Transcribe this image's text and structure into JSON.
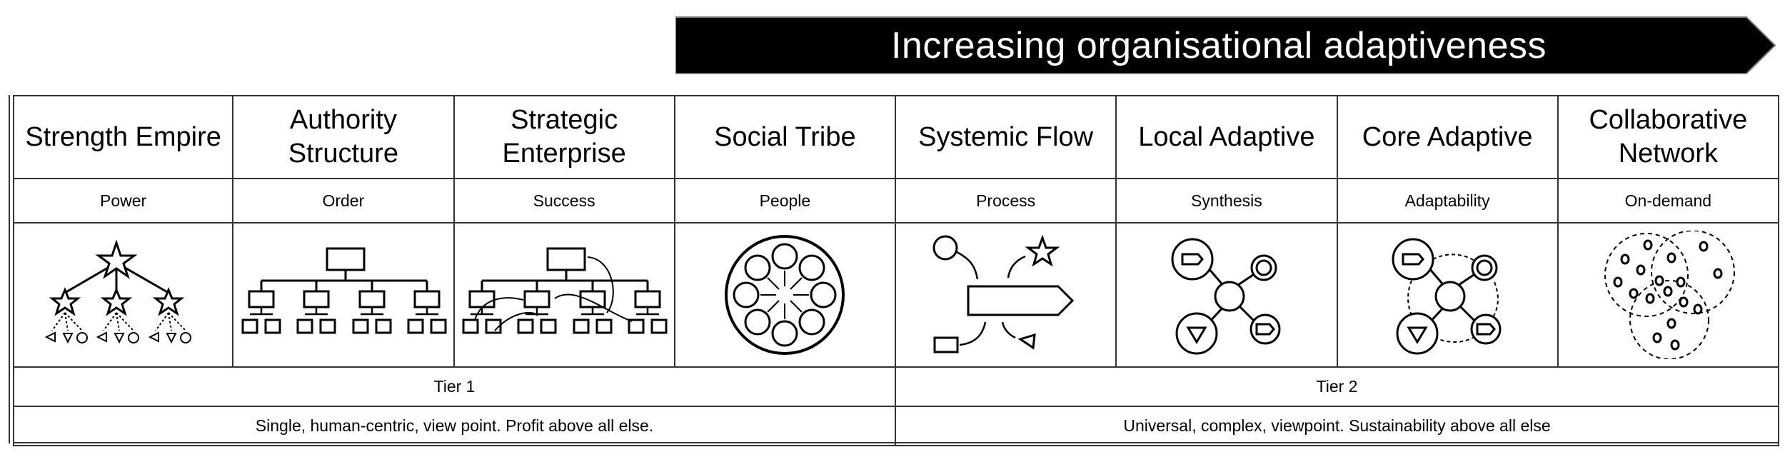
{
  "banner": {
    "text": "Increasing organisational adaptiveness",
    "fill": "#000000"
  },
  "columns": [
    {
      "name": "Strength Empire",
      "value": "Power",
      "icon": "hierarchy-stars-icon"
    },
    {
      "name": "Authority Structure",
      "value": "Order",
      "icon": "org-chart-icon"
    },
    {
      "name": "Strategic Enterprise",
      "value": "Success",
      "icon": "org-chart-arrows-icon"
    },
    {
      "name": "Social Tribe",
      "value": "People",
      "icon": "circle-of-circles-icon"
    },
    {
      "name": "Systemic Flow",
      "value": "Process",
      "icon": "process-flow-icon"
    },
    {
      "name": "Local Adaptive",
      "value": "Synthesis",
      "icon": "hub-spoke-icon"
    },
    {
      "name": "Core Adaptive",
      "value": "Adaptability",
      "icon": "hub-spoke-cycle-icon"
    },
    {
      "name": "Collaborative Network",
      "value": "On-demand",
      "icon": "overlapping-networks-icon"
    }
  ],
  "tiers": [
    {
      "label": "Tier 1",
      "description": "Single, human-centric, view point. Profit above all else."
    },
    {
      "label": "Tier 2",
      "description": "Universal, complex, viewpoint. Sustainability above all else"
    }
  ]
}
